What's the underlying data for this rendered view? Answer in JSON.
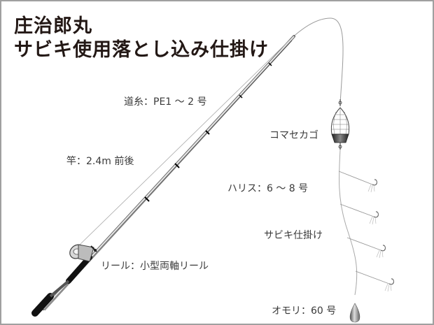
{
  "title": {
    "line1": "庄治郎丸",
    "line2": "サビキ使用落とし込み仕掛け"
  },
  "labels": {
    "main_line": "道糸：PE1 〜 2 号",
    "rod": "竿：2.4m 前後",
    "feeder": "コマセカゴ",
    "leader": "ハリス：6 〜 8 号",
    "sabiki": "サビキ仕掛け",
    "reel": "リール：小型両軸リール",
    "sinker": "オモリ：60 号"
  },
  "colors": {
    "border": "#a0a0a0",
    "text": "#231815",
    "line": "#999999",
    "rod_dark": "#1a1a1a"
  },
  "diagram": {
    "hooks_count": 4
  }
}
